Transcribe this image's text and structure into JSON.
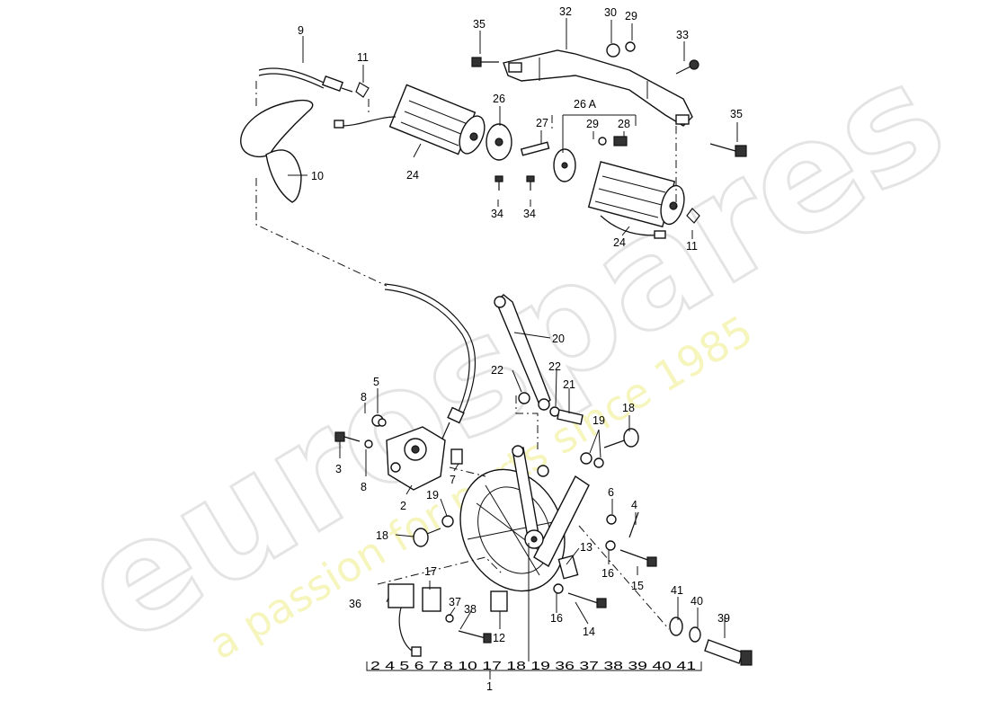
{
  "watermark": {
    "brand": "eurospares",
    "tagline": "a passion for parts since 1985"
  },
  "callouts": {
    "n1": "1",
    "n2": "2",
    "n3": "3",
    "n4": "4",
    "n5": "5",
    "n6": "6",
    "n7": "7",
    "n8a": "8",
    "n8b": "8",
    "n9": "9",
    "n10": "10",
    "n11a": "11",
    "n11b": "11",
    "n12": "12",
    "n13": "13",
    "n14": "14",
    "n15": "15",
    "n16a": "16",
    "n16b": "16",
    "n17": "17",
    "n18a": "18",
    "n18b": "18",
    "n19a": "19",
    "n19b": "19",
    "n20": "20",
    "n21": "21",
    "n22a": "22",
    "n22b": "22",
    "n24a": "24",
    "n24b": "24",
    "n26": "26",
    "n26a": "26 A",
    "n27": "27",
    "n28": "28",
    "n29a": "29",
    "n29b": "29",
    "n30": "30",
    "n32": "32",
    "n33": "33",
    "n34a": "34",
    "n34b": "34",
    "n35a": "35",
    "n35b": "35",
    "n36": "36",
    "n37": "37",
    "n38": "38",
    "n39": "39",
    "n40": "40",
    "n41": "41"
  },
  "kit_row": "2 4 5 6 7 8 10 17 18 19 36 37 38 39 40 41"
}
